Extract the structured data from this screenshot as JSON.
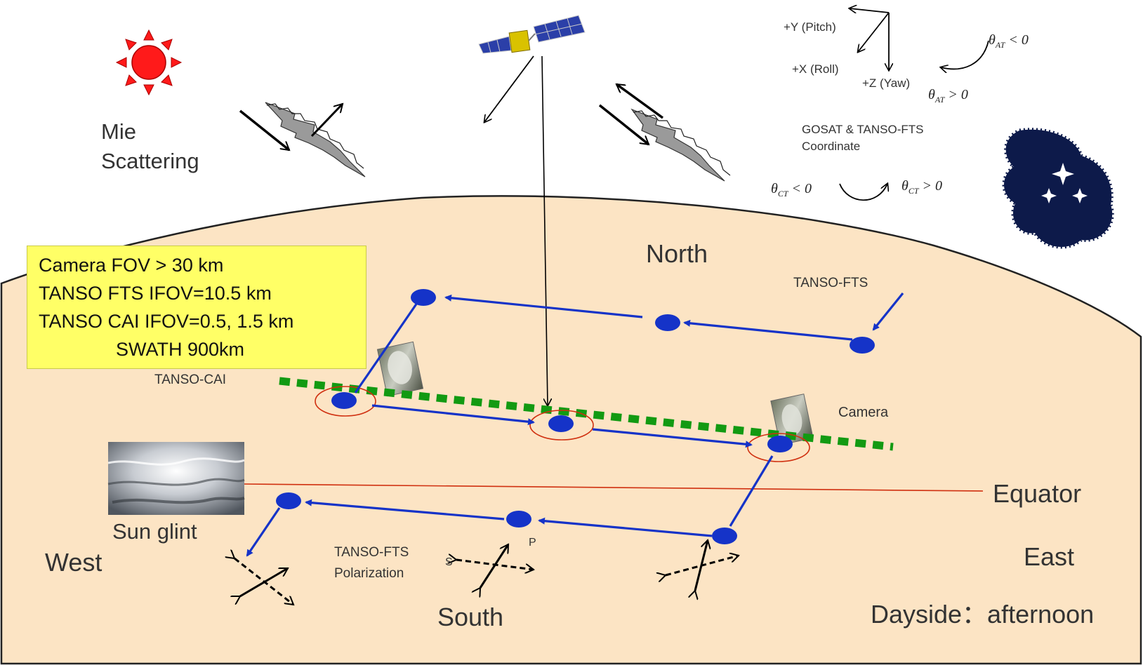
{
  "labels": {
    "mie": [
      "Mie",
      "Scattering"
    ],
    "north": "North",
    "south": "South",
    "east": "East",
    "west": "West",
    "equator": "Equator",
    "dayside": "Dayside：afternoon",
    "sun_glint": "Sun glint",
    "tanso_cai": "TANSO-CAI",
    "tanso_fts": "TANSO-FTS",
    "camera": "Camera",
    "polarization": [
      "TANSO-FTS",
      "Polarization"
    ],
    "pol_s": "S",
    "pol_p": "P",
    "coordinate": [
      "GOSAT & TANSO-FTS",
      "Coordinate"
    ],
    "axis_pitch": "+Y (Pitch)",
    "axis_roll": "+X (Roll)",
    "axis_yaw": "+Z (Yaw)"
  },
  "angles": {
    "at_neg": {
      "sym": "θ",
      "sub": "AT",
      "rel": " < 0"
    },
    "at_pos": {
      "sym": "θ",
      "sub": "AT",
      "rel": " > 0"
    },
    "ct_neg": {
      "sym": "θ",
      "sub": "CT",
      "rel": " < 0"
    },
    "ct_pos": {
      "sym": "θ",
      "sub": "CT",
      "rel": " > 0"
    }
  },
  "spec_box": [
    "Camera  FOV > 30 km",
    "TANSO FTS IFOV=10.5 km",
    "TANSO CAI IFOV=0.5, 1.5 km",
    "SWATH  900km"
  ],
  "colors": {
    "earth": "#fce4c4",
    "track": "#1533c8",
    "cai_line": "#129a12",
    "equator": "#d03010",
    "footprint_ring": "#d03010",
    "sun": "#ff1a1a",
    "spec_box_bg": "#ffff66"
  }
}
